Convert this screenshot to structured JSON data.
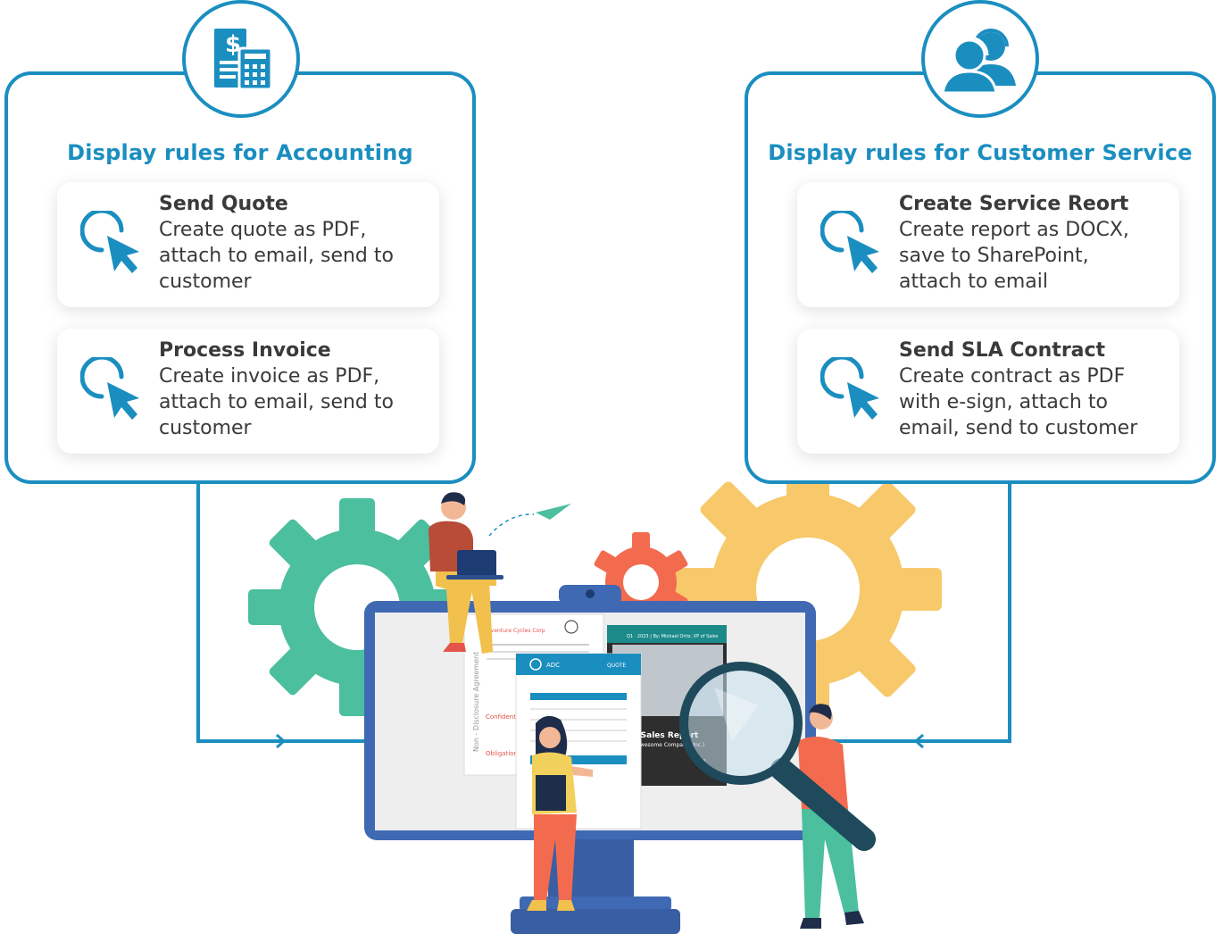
{
  "colors": {
    "accent": "#1b8ec0",
    "text": "#3a3a3a",
    "gear_green": "#4bbf9e",
    "gear_orange": "#f26b4f",
    "gear_yellow": "#f7c96b",
    "monitor": "#3f69b3"
  },
  "accounting": {
    "icon": "calculator-invoice-icon",
    "title": "Display rules for Accounting",
    "rules": [
      {
        "title": "Send Quote",
        "lines": [
          "Create quote as PDF,",
          "attach to email, send to",
          "customer"
        ]
      },
      {
        "title": "Process Invoice",
        "lines": [
          "Create invoice as PDF,",
          "attach to email, send to",
          "customer"
        ]
      }
    ]
  },
  "customer_service": {
    "icon": "support-agents-icon",
    "title": "Display rules for Customer Service",
    "rules": [
      {
        "title": "Create Service Reort",
        "lines": [
          "Create report as DOCX,",
          "save to SharePoint,",
          "attach to email"
        ]
      },
      {
        "title": "Send SLA Contract",
        "lines": [
          "Create contract as PDF",
          "with e-sign, attach to",
          "email, send to customer"
        ]
      }
    ]
  },
  "illustration": {
    "doc_nda": {
      "company": "Adventure Cycles Corp",
      "side": "Non - Disclosure Agreement",
      "heading": "Confidential",
      "sub": "Obligation"
    },
    "doc_quote": {
      "brand": "ADC",
      "label": "QUOTE"
    },
    "doc_report": {
      "header": "Q1 · 2023 | By: Michael Ortiz, VP of Sales",
      "title": "Sales Report",
      "company": "(Awesome Company, Inc.)",
      "year": "2023"
    }
  }
}
